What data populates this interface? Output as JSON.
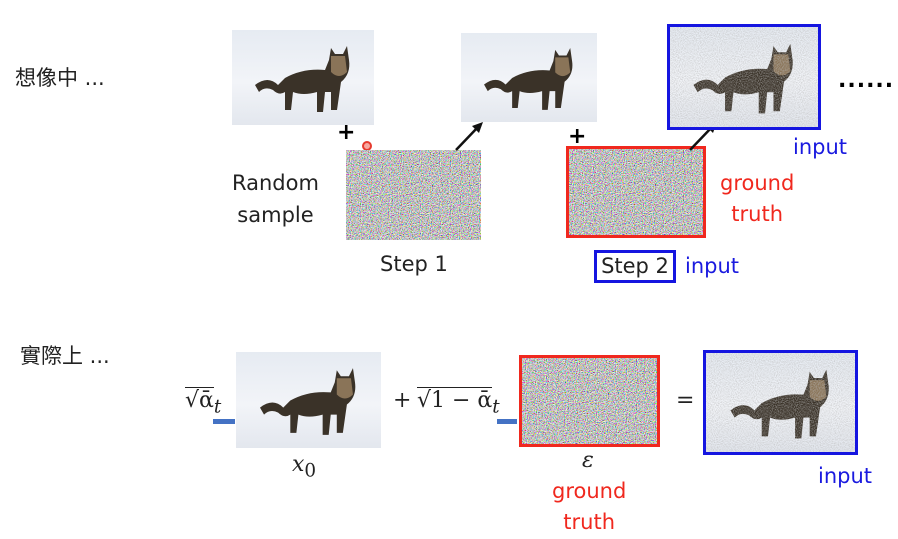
{
  "imagine": {
    "label": "想像中 ...",
    "random_sample": [
      "Random",
      "sample"
    ],
    "plus": "+",
    "step1": "Step 1",
    "step2": "Step 2",
    "ground_truth": [
      "ground",
      "truth"
    ],
    "input_label": "input",
    "step2_input_label": "input",
    "ellipsis": "......"
  },
  "actual": {
    "label": "實際上 ...",
    "coef1": "√ᾱ",
    "coef1_sub": "t",
    "plus": "+",
    "coef2": "√1 − ᾱ",
    "coef2_sub": "t",
    "equals": "=",
    "x0": "x",
    "x0_sub": "0",
    "epsilon": "ε",
    "ground_truth": [
      "ground",
      "truth"
    ],
    "input_label": "input"
  },
  "colors": {
    "red": "#f0281e",
    "blue": "#1515e0",
    "underline": "#4472c4"
  }
}
